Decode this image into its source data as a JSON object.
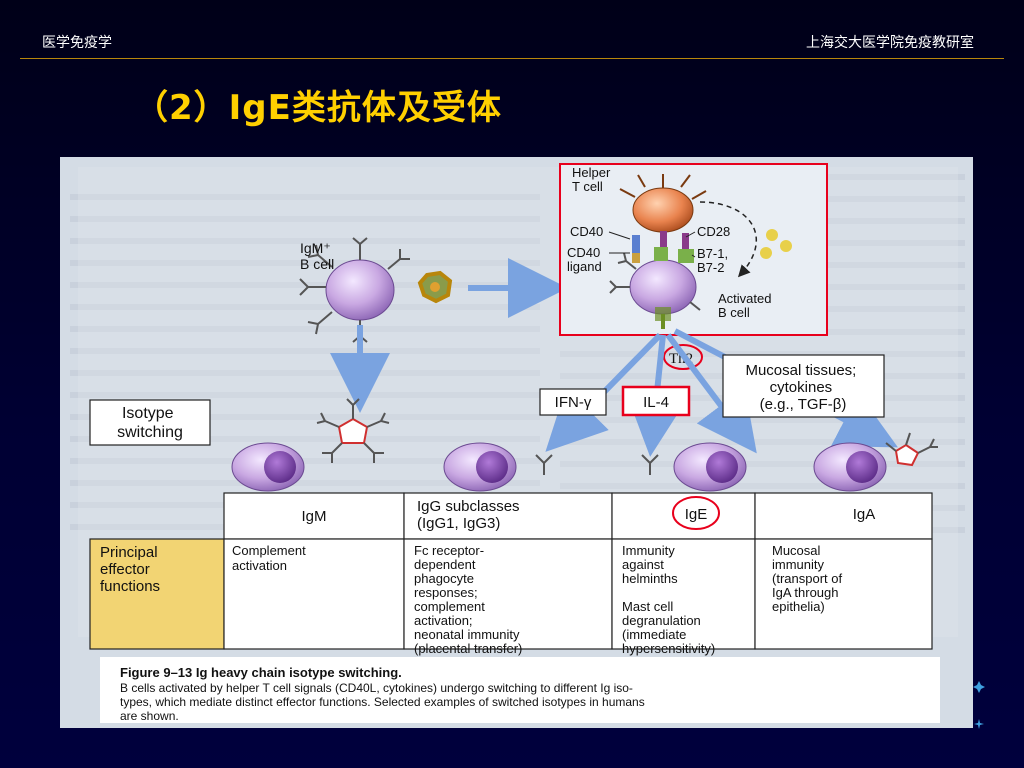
{
  "header": {
    "left": "医学免疫学",
    "right": "上海交大医学院免疫教研室"
  },
  "title": "（2）IgE类抗体及受体",
  "figure": {
    "cells": {
      "igm_b_cell": "IgM⁺\nB cell",
      "helper_t_cell": "Helper\nT cell",
      "activated_b_cell": "Activated\nB cell"
    },
    "molecules": {
      "cd40": "CD40",
      "cd28": "CD28",
      "cd40_ligand": "CD40\nligand",
      "b7": "B7-1,\nB7-2"
    },
    "th2": "Th2",
    "cytokines": {
      "ifn": "IFN-γ",
      "il4": "IL-4",
      "mucosal": "Mucosal tissues;\ncytokines\n(e.g., TGF-β)"
    },
    "isotype_switching": "Isotype\nswitching",
    "isotypes": [
      "IgM",
      "IgG subclasses\n(IgG1, IgG3)",
      "IgE",
      "IgA"
    ],
    "effector_header": "Principal\neffector\nfunctions",
    "effector_functions": [
      "Complement\nactivation",
      "Fc receptor-\ndependent\nphagocyte\nresponses;\ncomplement\nactivation;\nneonatal immunity\n(placental transfer)",
      "Immunity\nagainst\nhelminths\n\nMast cell\ndegranulation\n(immediate\nhypersensitivity)",
      "Mucosal\nimmunity\n(transport of\nIgA through\nepithelia)"
    ],
    "caption_title": "Figure 9–13   Ig heavy chain isotype switching.",
    "caption_body": [
      "B cells activated by helper T cell signals (CD40L, cytokines) undergo switching to different Ig iso-",
      "types, which mediate distinct effector functions. Selected examples of switched isotypes in humans",
      "are shown."
    ]
  },
  "colors": {
    "title": "#ffd000",
    "highlight": "#e8001c",
    "cell": "#c9a8e2",
    "t_cell": "#e9834e",
    "arrow": "#7aa3e0",
    "effector_header_bg": "#f2d473"
  }
}
